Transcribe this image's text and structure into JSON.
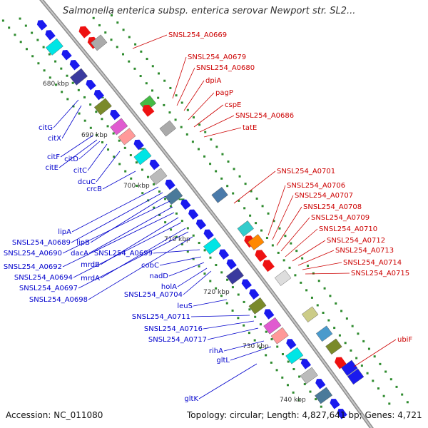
{
  "title": "Salmonella enterica subsp. enterica serovar Newport str. SL2...",
  "accession": "Accession: NC_011080",
  "summary": "Topology: circular; Length: 4,827,641 bp; Genes: 4,721",
  "colors": {
    "forward_labels": "#cc0000",
    "reverse_labels": "#0000cc",
    "backbone": "#999999",
    "tick": "#2e8b2e"
  },
  "ticks": [
    "680 kbp",
    "690 kbp",
    "700 kbp",
    "710 kbp",
    "720 kbp",
    "730 kbp",
    "740 kbp"
  ],
  "genes_right": [
    "SNSL254_A0669",
    "SNSL254_A0679",
    "SNSL254_A0680",
    "dpiA",
    "pagP",
    "cspE",
    "SNSL254_A0686",
    "tatE",
    "SNSL254_A0701",
    "SNSL254_A0706",
    "SNSL254_A0707",
    "SNSL254_A0708",
    "SNSL254_A0709",
    "SNSL254_A0710",
    "SNSL254_A0712",
    "SNSL254_A0713",
    "SNSL254_A0714",
    "SNSL254_A0715",
    "ubiF"
  ],
  "genes_left": [
    "citG",
    "citX",
    "citF",
    "citE",
    "citD",
    "citC",
    "dcuC",
    "crcB",
    "lipA",
    "SNSL254_A0689",
    "lipB",
    "SNSL254_A0690",
    "dacA",
    "SNSL254_A0692",
    "mrdB",
    "SNSL254_A0694",
    "mrdA",
    "SNSL254_A0697",
    "SNSL254_A0698",
    "SNSL254_A0699",
    "cobC",
    "nadD",
    "holA",
    "SNSL254_A0704",
    "leuS",
    "SNSL254_A0711",
    "SNSL254_A0716",
    "SNSL254_A0717",
    "rihA",
    "gltL",
    "gltK"
  ]
}
